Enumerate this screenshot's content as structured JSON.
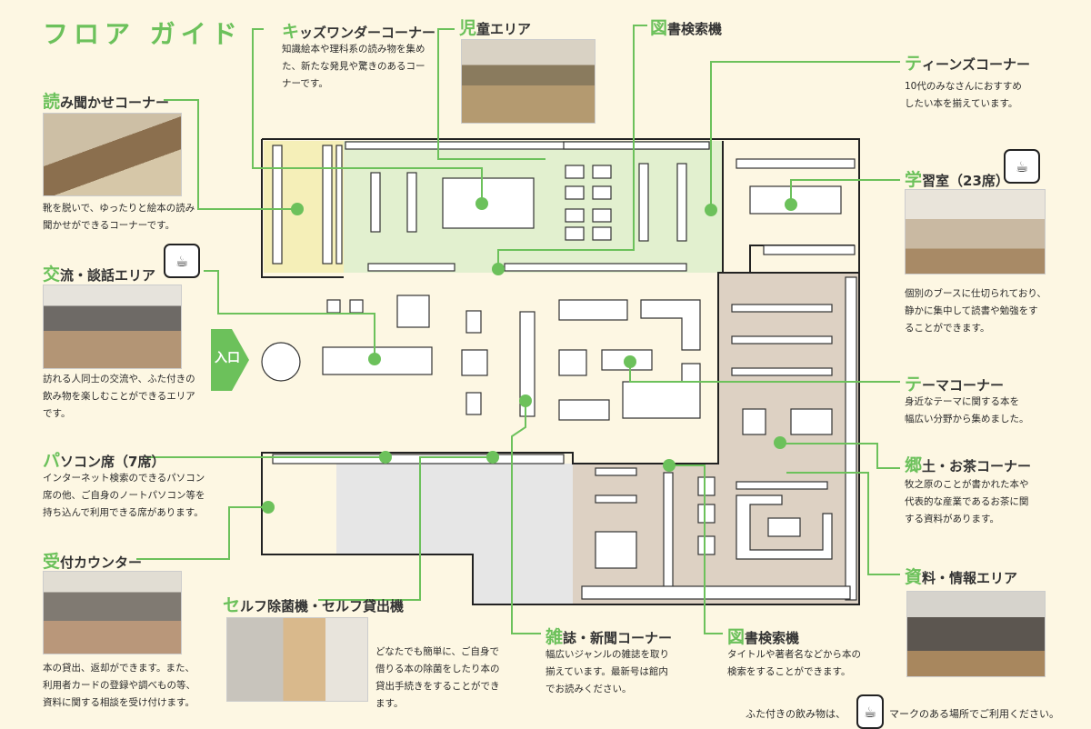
{
  "title": "フロア ガイド",
  "entrance": "入口",
  "colors": {
    "accent": "#6cc15b",
    "kids_area": "#e2f0cf",
    "reading_area": "#f5efb8",
    "beige_area": "#ddd1c3",
    "gray_area": "#e6e6e6"
  },
  "sections": {
    "kids_wonder": {
      "accent": "キ",
      "rest": "ッズワンダーコーナー",
      "text": "知識絵本や理科系の読み物を集め\nた、新たな発見や驚きのあるコー\nナーです。"
    },
    "children_area": {
      "accent": "児",
      "rest": "童エリア"
    },
    "search_top": {
      "accent": "図",
      "rest": "書検索機"
    },
    "teens": {
      "accent": "テ",
      "rest": "ィーンズコーナー",
      "text": "10代のみなさんにおすすめ\nしたい本を揃えています。"
    },
    "storytelling": {
      "accent": "読",
      "rest": "み聞かせコーナー",
      "text": "靴を脱いで、ゆったりと絵本の読み\n聞かせができるコーナーです。"
    },
    "study_room": {
      "accent": "学",
      "rest": "習室（23席）",
      "text": "個別のブースに仕切られており、\n静かに集中して読書や勉強をす\nることができます。"
    },
    "lounge": {
      "accent": "交",
      "rest": "流・談話エリア",
      "text": "訪れる人同士の交流や、ふた付きの\n飲み物を楽しむことができるエリア\nです。"
    },
    "theme": {
      "accent": "テ",
      "rest": "ーマコーナー",
      "text": "身近なテーマに関する本を\n幅広い分野から集めました。"
    },
    "local_tea": {
      "accent": "郷",
      "rest": "土・お茶コーナー",
      "text": "牧之原のことが書かれた本や\n代表的な産業であるお茶に関\nする資料があります。"
    },
    "reference": {
      "accent": "資",
      "rest": "料・情報エリア"
    },
    "pc": {
      "accent": "パ",
      "rest": "ソコン席（7席）",
      "text": "インターネット検索のできるパソコン\n席の他、ご自身のノートパソコン等を\n持ち込んで利用できる席があります。"
    },
    "reception": {
      "accent": "受",
      "rest": "付カウンター",
      "text": "本の貸出、返却ができます。また、\n利用者カードの登録や調べもの等、\n資料に関する相談を受け付けます。"
    },
    "self_service": {
      "accent": "セ",
      "rest": "ルフ除菌機・セルフ貸出機",
      "text": "どなたでも簡単に、ご自身で\n借りる本の除菌をしたり本の\n貸出手続きをすることができ\nます。"
    },
    "magazines": {
      "accent": "雑",
      "rest": "誌・新聞コーナー",
      "text": "幅広いジャンルの雑誌を取り\n揃えています。最新号は館内\nでお読みください。"
    },
    "search_bottom": {
      "accent": "図",
      "rest": "書検索機",
      "text": "タイトルや著者名などから本の\n検索をすることができます。"
    }
  },
  "footnote": {
    "before": "ふた付きの飲み物は、",
    "after": "マークのある場所でご利用ください。",
    "icon": "lidded-cup-icon"
  }
}
